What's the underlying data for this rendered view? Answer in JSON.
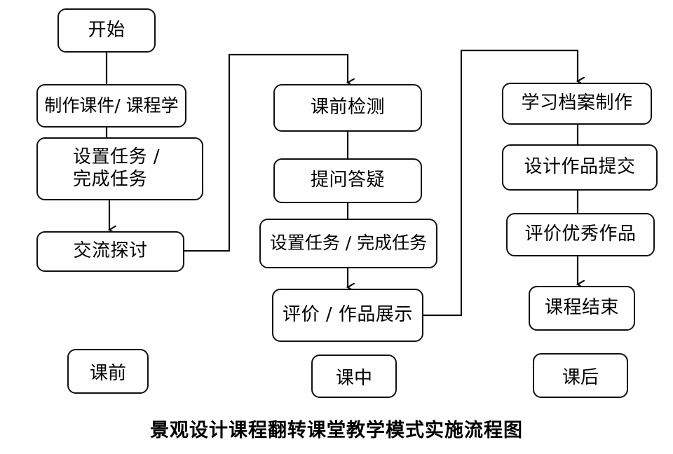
{
  "nodes": {
    "start": "开始",
    "make_courseware": "制作课件/ 课程学",
    "assign_task_l1": "设置任务 /",
    "assign_task_l2": "完成任务",
    "discussion": "交流探讨",
    "pre_test": "课前检测",
    "qa": "提问答疑",
    "assign_complete": "设置任务 / 完成任务",
    "eval_show": "评价 / 作品展示",
    "portfolio": "学习档案制作",
    "submit_work": "设计作品提交",
    "eval_excellent": "评价优秀作品",
    "course_end": "课程结束"
  },
  "stages": {
    "before": "课前",
    "during": "课中",
    "after": "课后"
  },
  "caption": "景观设计课程翻转课堂教学模式实施流程图"
}
